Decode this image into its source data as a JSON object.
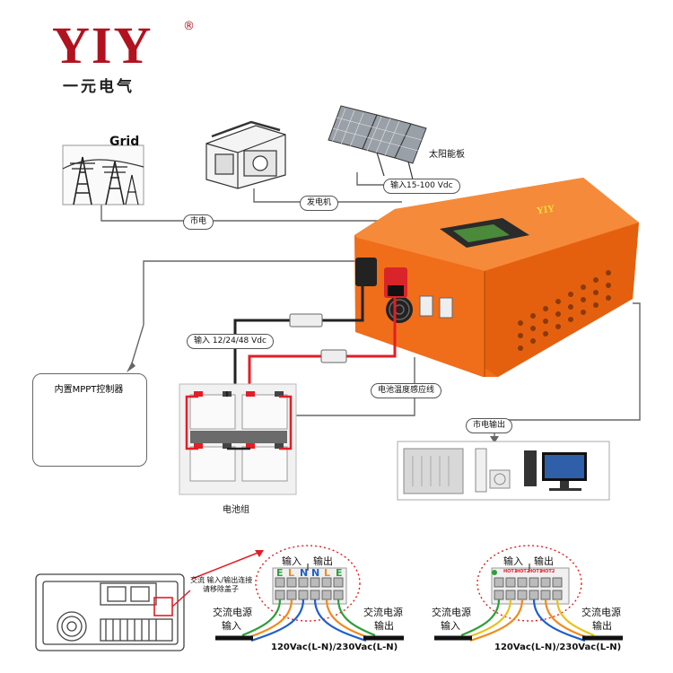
{
  "brand": {
    "name": "YIY",
    "registered": "®",
    "subtitle": "一元电气"
  },
  "sources": {
    "grid": "Grid",
    "grid_line": "市电",
    "generator_line": "发电机",
    "solar_panel": "太阳能板",
    "solar_input": "输入15-100 Vdc"
  },
  "inverter": {
    "badge": "YIY"
  },
  "dc_input": "输入 12/24/48 Vdc",
  "mppt": {
    "title": "内置MPPT控制器"
  },
  "battery": {
    "label": "电池组",
    "temp_sensor": "电池温度感应线"
  },
  "ac_output": {
    "label": "市电输出"
  },
  "wiring": {
    "note_line1": "交流 输入/输出连接",
    "note_line2": "请移除盖子",
    "left": {
      "in_header": "输入",
      "out_header": "输出",
      "terminals": [
        "E",
        "L",
        "N",
        "N",
        "L",
        "E"
      ],
      "ac_in_line1": "交流电源",
      "ac_in_line2": "输入",
      "ac_out_line1": "交流电源",
      "ac_out_line2": "输出",
      "voltage": "120Vac(L-N)/230Vac(L-N)"
    },
    "right": {
      "in_header": "输入",
      "out_header": "输出",
      "terminals": [
        "HOT1",
        "HOT2",
        "HOT1",
        "HOT2"
      ],
      "ac_in_line1": "交流电源",
      "ac_in_line2": "输入",
      "ac_out_line1": "交流电源",
      "ac_out_line2": "输出",
      "voltage": "120Vac(L-N)/230Vac(L-N)"
    }
  },
  "colors": {
    "brand_red": "#b1121f",
    "inverter_orange": "#f06d1a",
    "positive_red": "#e31e24",
    "cable_dark": "#222222",
    "connector_red": "#d9252a",
    "dotted_red": "#e31e24",
    "wire_green": "#2e9e3a",
    "wire_blue": "#1e5fc8",
    "wire_orange": "#f08a1c",
    "wire_yellow": "#e8c21c"
  }
}
